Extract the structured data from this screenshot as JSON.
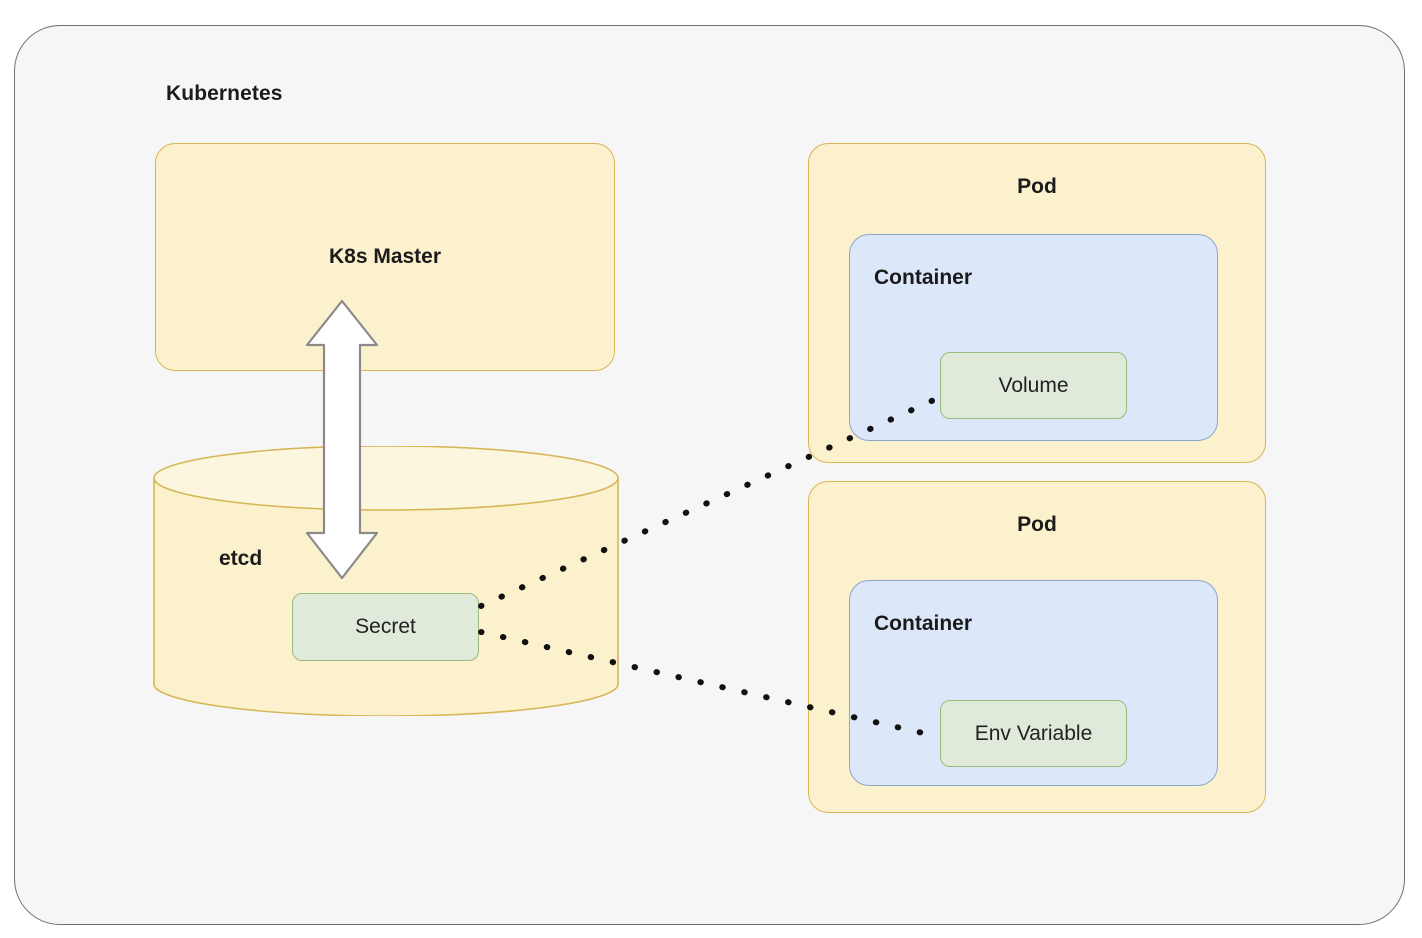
{
  "diagram": {
    "title": "Kubernetes",
    "type": "architecture-diagram",
    "background_color": "#f6f6f7",
    "master": {
      "label": "K8s Master",
      "fill": "#fcf1cd",
      "stroke": "#d6b656"
    },
    "etcd": {
      "label": "etcd",
      "fill": "#fcf1cd",
      "stroke": "#d6b656",
      "shape": "cylinder",
      "contains": {
        "secret": {
          "label": "Secret",
          "fill": "#dfeada",
          "stroke": "#9bbb7d"
        }
      }
    },
    "sync_arrow": {
      "name": "bidirectional-arrow",
      "direction": "both",
      "from": "K8s Master",
      "to": "etcd",
      "fill": "#ffffff",
      "stroke": "#8a8a8a"
    },
    "pods": [
      {
        "label": "Pod",
        "fill": "#fcf1cd",
        "stroke": "#d6b656",
        "container": {
          "label": "Container",
          "fill": "#dce8fa",
          "stroke": "#8ca5cd",
          "resource": {
            "label": "Volume",
            "fill": "#dfeada",
            "stroke": "#9bbb7d"
          }
        }
      },
      {
        "label": "Pod",
        "fill": "#fcf1cd",
        "stroke": "#d6b656",
        "container": {
          "label": "Container",
          "fill": "#dce8fa",
          "stroke": "#8ca5cd",
          "resource": {
            "label": "Env Variable",
            "fill": "#dfeada",
            "stroke": "#9bbb7d"
          }
        }
      }
    ],
    "connections": [
      {
        "name": "secret-to-volume",
        "from": "Secret",
        "to": "Volume",
        "style": "dotted",
        "color": "#111111"
      },
      {
        "name": "secret-to-env-variable",
        "from": "Secret",
        "to": "Env Variable",
        "style": "dotted",
        "color": "#111111"
      }
    ]
  }
}
